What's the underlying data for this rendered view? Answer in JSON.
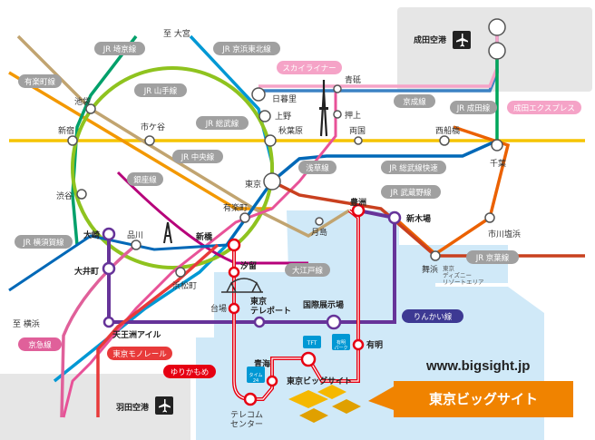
{
  "airports": {
    "narita": "成田空港",
    "haneda": "羽田空港",
    "plane_icon": "airplane-icon"
  },
  "direction_labels": {
    "omiya": "至 大宮",
    "yokohama": "至 横浜"
  },
  "lines": {
    "jr_saikyo": "JR 埼京線",
    "jr_keihin_tohoku": "JR 京浜東北線",
    "yurakucho": "有楽町線",
    "jr_yamanote": "JR 山手線",
    "skyliner": "スカイライナー",
    "keisei": "京成線",
    "jr_narita": "JR 成田線",
    "narita_express": "成田エクスプレス",
    "jr_sobu": "JR 総武線",
    "jr_chuo": "JR 中央線",
    "ginza": "銀座線",
    "asakusa": "浅草線",
    "jr_sobu_rapid": "JR 総武線快速",
    "jr_musashino": "JR 武蔵野線",
    "jr_yokosuka": "JR 横須賀線",
    "oedo": "大江戸線",
    "jr_keiyo": "JR 京葉線",
    "rinkai": "りんかい線",
    "keikyu": "京急線",
    "tokyo_monorail": "東京モノレール",
    "yurikamome": "ゆりかもめ"
  },
  "stations": {
    "ikebukuro": "池袋",
    "shinjuku": "新宿",
    "ichigaya": "市ケ谷",
    "shibuya": "渋谷",
    "nippori": "日暮里",
    "ueno": "上野",
    "akihabara": "秋葉原",
    "aoto": "青砥",
    "oshiage": "押上",
    "ryogoku": "両国",
    "nishifunabashi": "西船橋",
    "chiba": "千葉",
    "tokyo": "東京",
    "yurakucho_st": "有楽町",
    "toyosu": "豊洲",
    "shinkiba": "新木場",
    "tsukishima": "月島",
    "ichikawashiohama": "市川塩浜",
    "maihama": "舞浜",
    "disney": "東京\nディズニー\nリゾートエリア",
    "osaki": "大崎",
    "shinagawa": "品川",
    "shimbashi": "新橋",
    "shiodome": "汐留",
    "hamamatsucho": "浜松町",
    "oimachi": "大井町",
    "daiba": "台場",
    "tokyo_teleport": "東京\nテレポート",
    "kokusai_tenjijo": "国際展示場",
    "tennozu_isle": "天王洲アイル",
    "ariake": "有明",
    "aomi": "青海",
    "tokyo_big_sight_st": "東京ビッグサイト",
    "telecom_center": "テレコム\nセンター"
  },
  "badges": {
    "tft": "TFT",
    "ariake_park": "有明\nパーク",
    "time24": "タイム\n24"
  },
  "footer": {
    "url": "www.bigsight.jp",
    "banner": "東京ビッグサイト"
  },
  "colors": {
    "yamanote": "#8fc31f",
    "chuo": "#f39800",
    "sobu": "#f5c400",
    "keihin_tohoku": "#0098d4",
    "saikyo": "#00a06a",
    "yurakucho": "#c1a470",
    "keisei": "#3b82c4",
    "skyliner": "#f5a3c7",
    "asakusa": "#e85298",
    "oedo": "#b6007a",
    "rinkai": "#2b3990",
    "rinkai_ring": "#663399",
    "yurikamome": "#e60012",
    "keiyo": "#c9401f",
    "musashino": "#eb6100",
    "yokosuka": "#0068b7",
    "monorail": "#e83a3a",
    "keikyu": "#e0609a",
    "narita_line": "#00a65a",
    "sea": "#cfe8f7",
    "gray_area": "#e6e6e6",
    "banner_orange": "#f08300"
  }
}
